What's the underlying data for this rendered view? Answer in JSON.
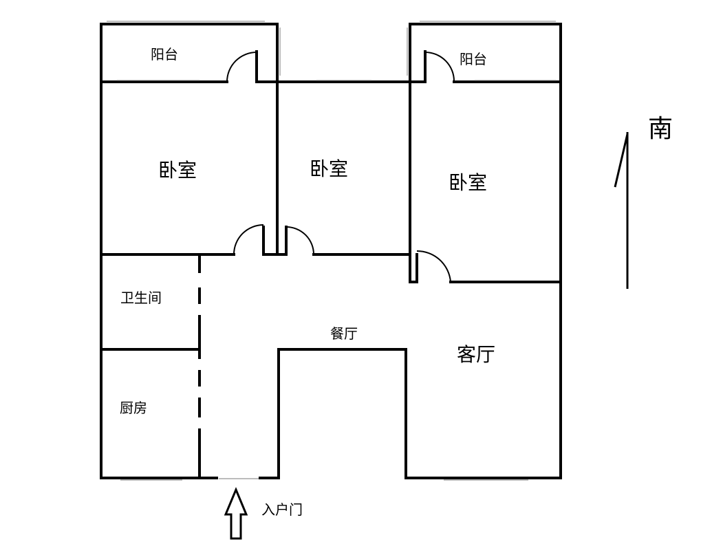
{
  "rooms": {
    "balcony_left": "阳台",
    "balcony_right": "阳台",
    "bedroom_left": "卧室",
    "bedroom_mid": "卧室",
    "bedroom_right": "卧室",
    "bathroom": "卫生间",
    "dining": "餐厅",
    "kitchen": "厨房",
    "living": "客厅"
  },
  "entrance": {
    "label": "入户门"
  },
  "compass": {
    "label": "南"
  }
}
